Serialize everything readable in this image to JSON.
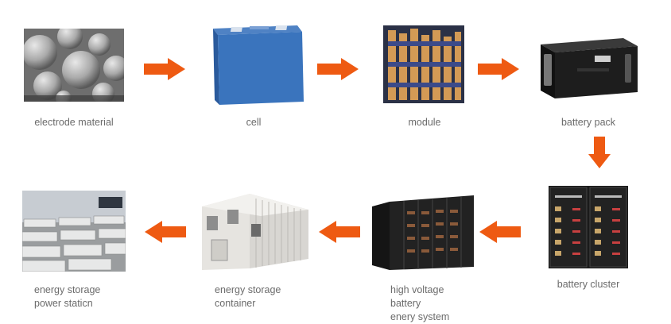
{
  "arrow_color": "#ee5a12",
  "nodes": [
    {
      "id": "electrode",
      "label": "electrode material",
      "icon": "microscope-particles-image"
    },
    {
      "id": "cell",
      "label": "cell",
      "icon": "prismatic-cell-image"
    },
    {
      "id": "module",
      "label": "module",
      "icon": "battery-module-image"
    },
    {
      "id": "pack",
      "label": "battery pack",
      "icon": "rack-battery-pack-image"
    },
    {
      "id": "cluster",
      "label": "battery cluster",
      "icon": "battery-cluster-cabinet-image"
    },
    {
      "id": "hv",
      "label_lines": [
        "high voltage",
        "battery",
        "enery system"
      ],
      "icon": "hv-battery-cabinets-image"
    },
    {
      "id": "container",
      "label_lines": [
        "energy storage",
        "container"
      ],
      "icon": "storage-container-image"
    },
    {
      "id": "station",
      "label_lines": [
        "energy storage",
        "power staticn"
      ],
      "icon": "power-station-image"
    }
  ]
}
